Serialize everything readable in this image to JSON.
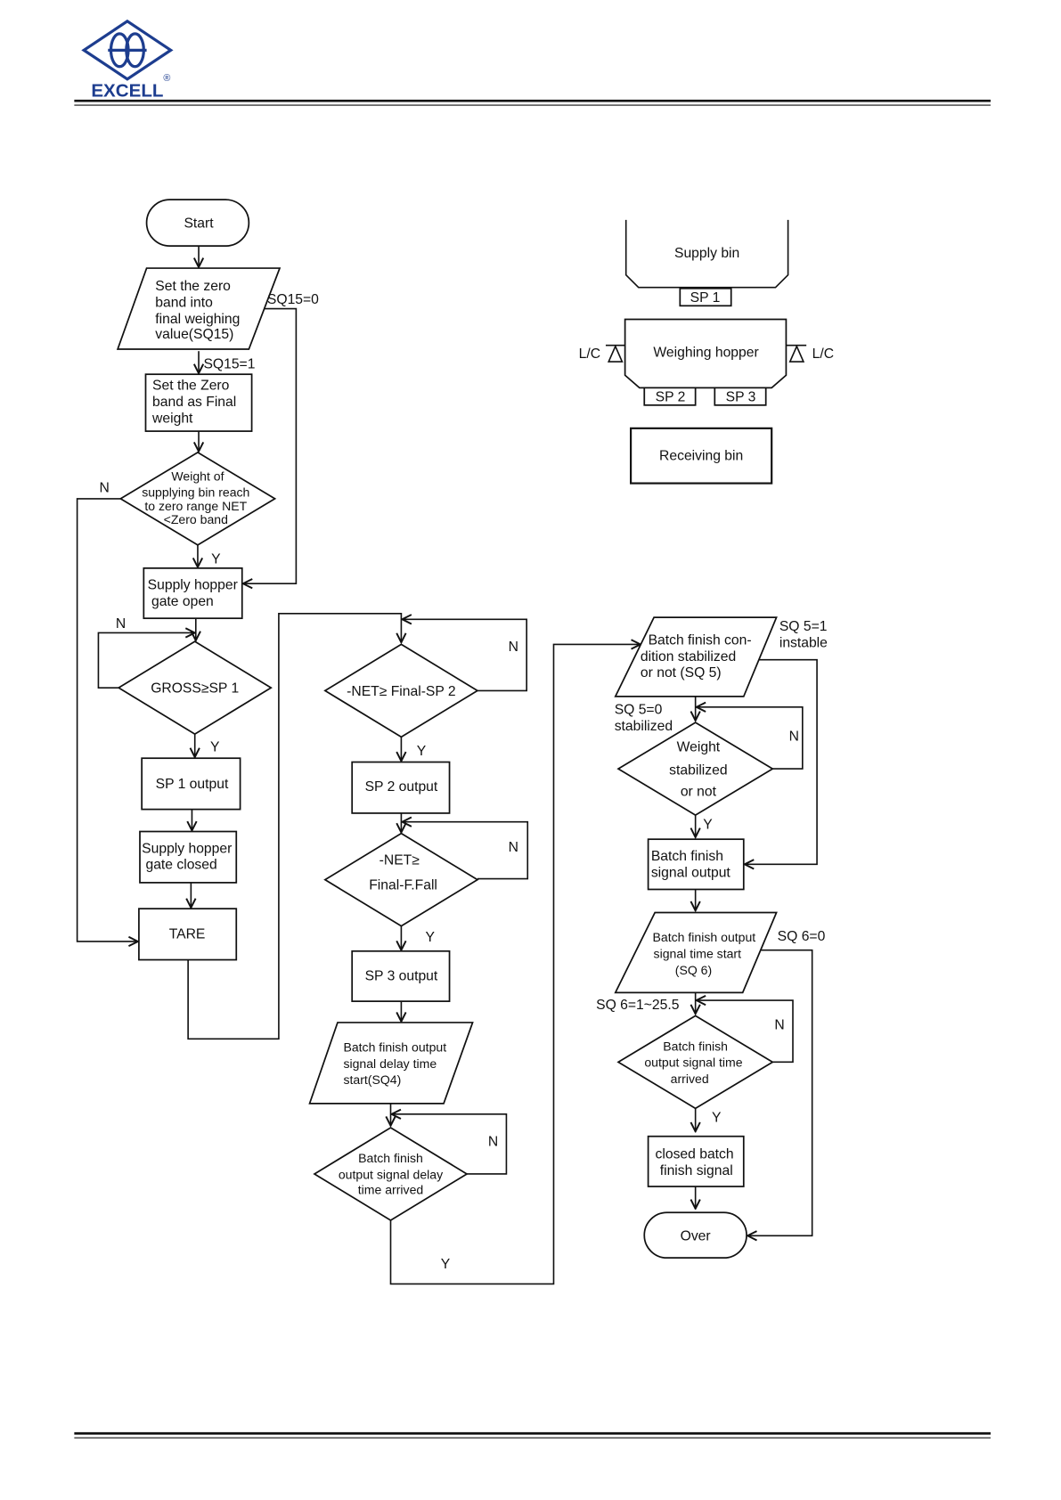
{
  "header": {
    "brand": "EXCELL",
    "registered": "®"
  },
  "colors": {
    "brand": "#1d3d8f",
    "line": "#111111"
  },
  "layout_diagram": {
    "supply_bin": "Supply bin",
    "sp1": "SP 1",
    "weighing_hopper": "Weighing hopper",
    "sp2": "SP 2",
    "sp3": "SP 3",
    "load_cell_left": "L/C",
    "load_cell_right": "L/C",
    "receiving_bin": "Receiving bin"
  },
  "flow": {
    "start": "Start",
    "set_zero_band": [
      "Set the zero",
      "band into",
      "final weighing",
      "value(SQ15)"
    ],
    "sq15_0": "SQ15=0",
    "sq15_1": "SQ15=1",
    "set_zero_final": [
      "Set the Zero",
      "band as Final",
      "weight"
    ],
    "zero_check": [
      "Weight of",
      "supplying bin reach",
      "to zero range NET",
      "<Zero band"
    ],
    "gate_open": [
      "Supply hopper",
      "gate open"
    ],
    "gross_check": "GROSS≥SP 1",
    "sp1_output": "SP 1 output",
    "gate_closed": [
      "Supply hopper",
      "gate closed"
    ],
    "tare": "TARE",
    "net_sp2_check": "-NET≥ Final-SP 2",
    "sp2_output": "SP 2 output",
    "net_fall_check": [
      "-NET≥",
      "Final-F.Fall"
    ],
    "sp3_output": "SP 3 output",
    "delay_start": [
      "Batch finish output",
      "signal delay time",
      "start(SQ4)"
    ],
    "delay_arrived": [
      "Batch finish",
      "output signal delay",
      "time arrived"
    ],
    "stab_condition": [
      "Batch finish con-",
      "dition stabilized",
      "or not (SQ 5)"
    ],
    "sq5_1": [
      "SQ 5=1",
      "instable"
    ],
    "sq5_0": [
      "SQ 5=0",
      "stabilized"
    ],
    "stab_check": [
      "Weight",
      "stabilized",
      "or not"
    ],
    "finish_output": [
      "Batch finish",
      "signal output"
    ],
    "time_start": [
      "Batch finish output",
      "signal  time start",
      "(SQ 6)"
    ],
    "sq6_0": "SQ 6=0",
    "sq6_range": "SQ 6=1~25.5",
    "time_arrived": [
      "Batch finish",
      "output signal  time",
      "arrived"
    ],
    "close_signal": [
      "closed batch",
      "finish signal"
    ],
    "over": "Over",
    "yes": "Y",
    "no": "N"
  }
}
